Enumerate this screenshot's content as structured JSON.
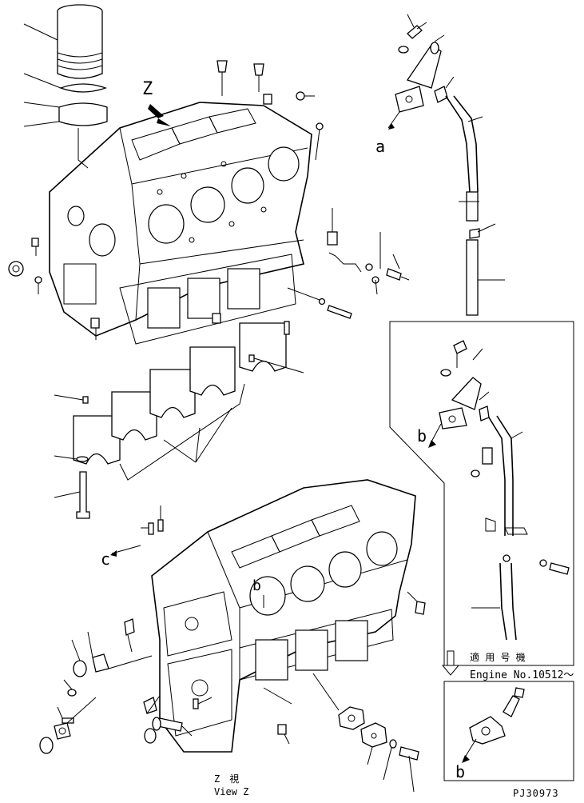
{
  "view_label_z_top": "Z",
  "view_label_a": "a",
  "view_label_b_upper": "b",
  "view_label_b_lower": "b",
  "view_label_b_inset": "b",
  "view_label_c": "c",
  "view_z_caption_jp": "Z　視",
  "view_z_caption_en": "View Z",
  "serial_jp": "適 用 号 機",
  "serial_en": "Engine No.10512～",
  "drawing_code": "PJ30973"
}
